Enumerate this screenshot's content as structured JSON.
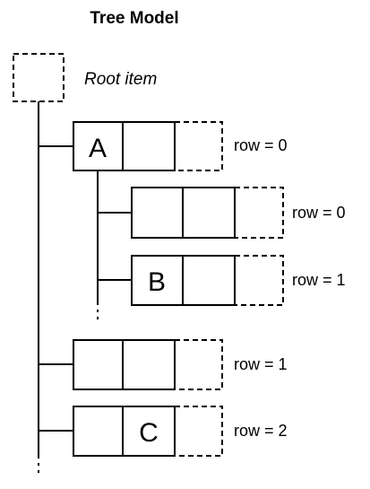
{
  "title": "Tree Model",
  "root": {
    "label": "Root item"
  },
  "items": {
    "a": {
      "cell_text": "A",
      "row_label": "row = 0"
    },
    "a_child_0": {
      "cell_text": "",
      "row_label": "row = 0"
    },
    "b": {
      "cell_text": "B",
      "row_label": "row = 1"
    },
    "item_1": {
      "cell_text": "",
      "row_label": "row = 1"
    },
    "c": {
      "cell_text": "C",
      "row_label": "row = 2"
    }
  }
}
